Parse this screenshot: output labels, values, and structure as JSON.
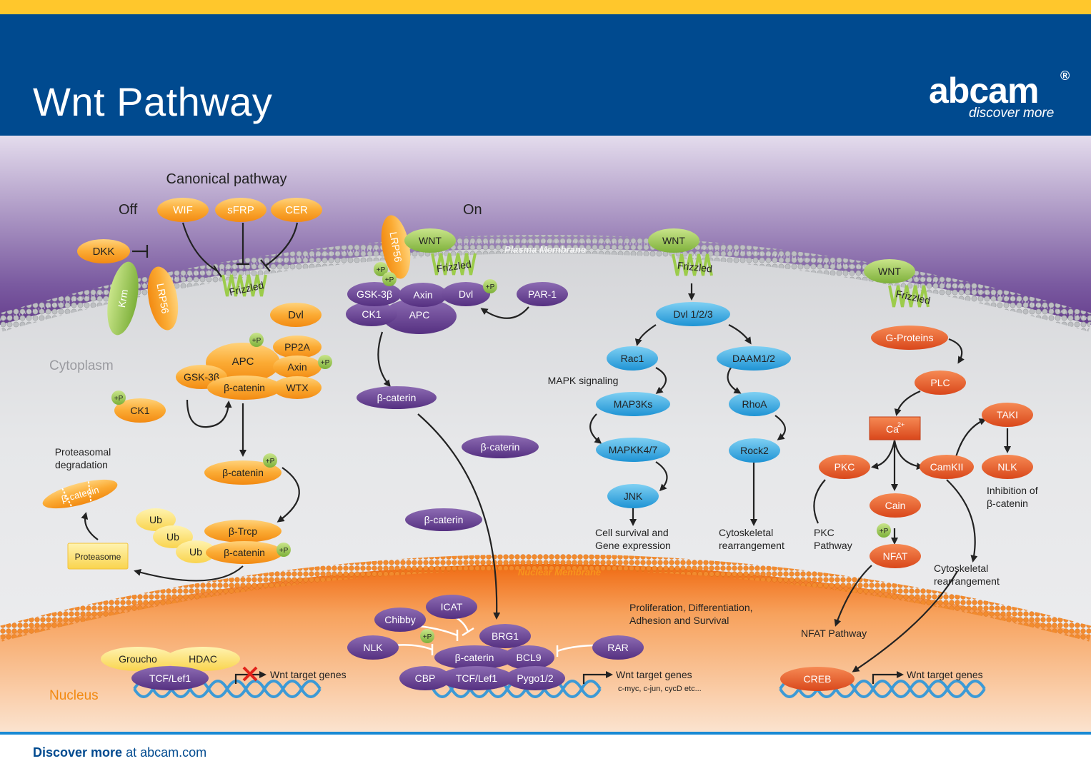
{
  "header": {
    "title": "Wnt Pathway",
    "logo_word": "abcam",
    "logo_reg": "®",
    "logo_tag": "discover more"
  },
  "labels": {
    "canonical": "Canonical pathway",
    "off": "Off",
    "on": "On",
    "plasma_membrane": "Plasma Membrane",
    "nuclear_membrane": "Nuclear Membrane",
    "cytoplasm": "Cytoplasm",
    "nucleus": "Nucleus",
    "proteasomal_1": "Proteasomal",
    "proteasomal_2": "degradation",
    "mapk": "MAPK signaling",
    "cell_survival_1": "Cell survival and",
    "cell_survival_2": "Gene expression",
    "cyto_rearr_1a": "Cytoskeletal",
    "cyto_rearr_1b": "rearrangement",
    "pkc_path_1": "PKC",
    "pkc_path_2": "Pathway",
    "inhib_1": "Inhibition of",
    "inhib_2": "β-catenin",
    "cyto_rearr_2a": "Cytoskeletal",
    "cyto_rearr_2b": "rearrangement",
    "prolif_1": "Proliferation, Differentiation,",
    "prolif_2": "Adhesion and Survival",
    "nfat_pathway": "NFAT Pathway",
    "wnt_target_off": "Wnt target genes",
    "wnt_target_on": "Wnt target genes",
    "wnt_target_examples": "c-myc, c-jun, cycD etc...",
    "wnt_target_creb": "Wnt target genes"
  },
  "nodes": {
    "wif": "WIF",
    "sfrp": "sFRP",
    "cer": "CER",
    "dkk": "DKK",
    "krm": "Krm",
    "lrp56_off": "LRP56",
    "frizzled_off": "Frizzled",
    "dvl_off": "Dvl",
    "apc_off": "APC",
    "pp2a": "PP2A",
    "axin_off": "Axin",
    "gsk3b_off": "GSK-3β",
    "bcat_complex": "β-catenin",
    "wtx": "WTX",
    "ck1_off": "CK1",
    "bcat_p": "β-catenin",
    "btrcp": "β-Trcp",
    "bcat_ub": "β-catenin",
    "ub1": "Ub",
    "ub2": "Ub",
    "ub3": "Ub",
    "proteasome": "Proteasome",
    "bcat_degraded": "β-catenin",
    "lrp56_on": "LRP56",
    "wnt_on": "WNT",
    "frizzled_on": "Frizzled",
    "gsk3b_on": "GSK-3β",
    "axin_on": "Axin",
    "dvl_on": "Dvl",
    "par1": "PAR-1",
    "ck1_on": "CK1",
    "apc_on": "APC",
    "bcat_on1": "β-caterin",
    "bcat_on2": "β-caterin",
    "bcat_on3": "β-caterin",
    "wnt_pcp": "WNT",
    "frizzled_pcp": "Frizzled",
    "dvl123": "Dvl 1/2/3",
    "rac1": "Rac1",
    "daam": "DAAM1/2",
    "map3ks": "MAP3Ks",
    "rhoa": "RhoA",
    "mapkk": "MAPKK4/7",
    "rock2": "Rock2",
    "jnk": "JNK",
    "wnt_ca": "WNT",
    "frizzled_ca": "Frizzled",
    "gproteins": "G-Proteins",
    "plc": "PLC",
    "ca": "Ca",
    "ca_sup": "2+",
    "taki": "TAKI",
    "pkc": "PKC",
    "camkii": "CamKII",
    "nlk_ca": "NLK",
    "cain": "Cain",
    "nfat": "NFAT",
    "plus_p": "+P",
    "groucho": "Groucho",
    "hdac": "HDAC",
    "tcf_off": "TCF/Lef1",
    "chibby": "Chibby",
    "icat": "ICAT",
    "nlk_nuc": "NLK",
    "brg1": "BRG1",
    "bcat_nuc": "β-caterin",
    "bcl9": "BCL9",
    "rar": "RAR",
    "cbp": "CBP",
    "tcf_on": "TCF/Lef1",
    "pygo": "Pygo1/2",
    "creb": "CREB"
  },
  "footer": {
    "bold": "Discover more",
    "rest": " at abcam.com"
  },
  "colors": {
    "header_blue": "#004a8f",
    "top_yellow": "#ffc72c",
    "membrane_purple": "#6a3b91",
    "orange_node": "#f7941d",
    "purple_node": "#6a3b91",
    "blue_node": "#29a8e0",
    "red_node": "#e2531f",
    "green_node": "#8bc53f",
    "nucleus_orange": "#f47b20"
  }
}
